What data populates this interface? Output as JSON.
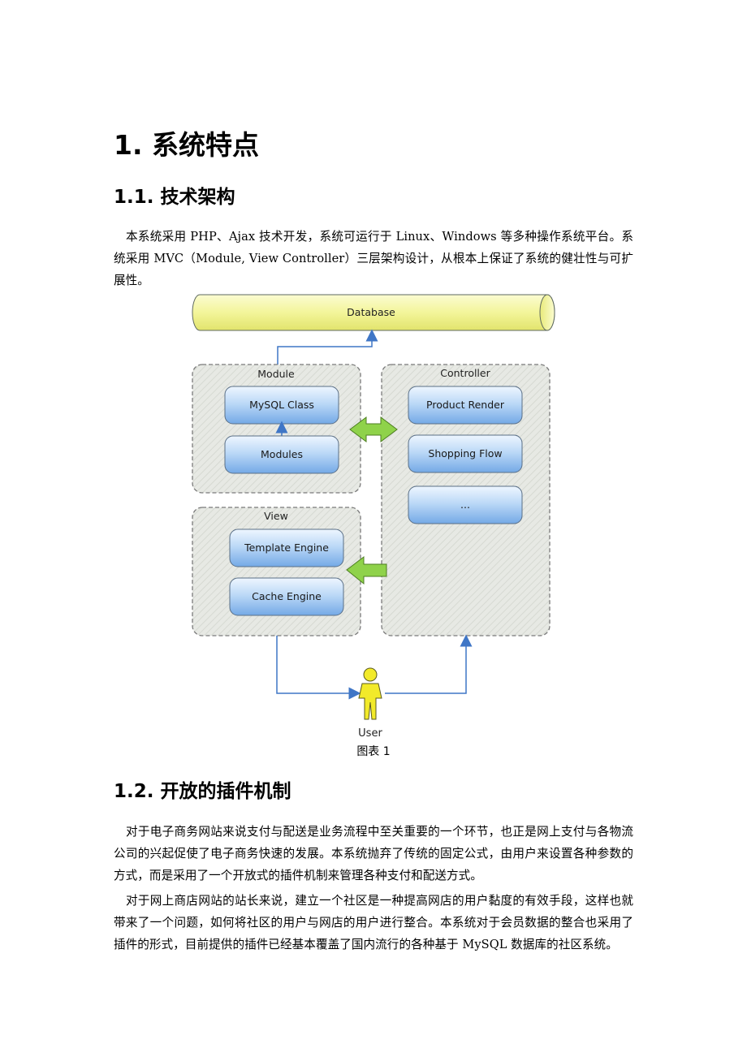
{
  "section1": {
    "title": "1. 系统特点"
  },
  "section1_1": {
    "title": "1.1. 技术架构",
    "paragraph": "本系统采用 PHP、Ajax 技术开发，系统可运行于 Linux、Windows 等多种操作系统平台。系统采用 MVC（Module, View Controller）三层架构设计，从根本上保证了系统的健壮性与可扩展性。"
  },
  "figure": {
    "caption": "图表 1",
    "database": "Database",
    "module": {
      "title": "Module",
      "items": [
        "MySQL Class",
        "Modules"
      ]
    },
    "view": {
      "title": "View",
      "items": [
        "Template Engine",
        "Cache Engine"
      ]
    },
    "controller": {
      "title": "Controller",
      "items": [
        "Product Render",
        "Shopping Flow",
        "..."
      ]
    },
    "user": "User",
    "colors": {
      "box_blue_top": "#e4f0fd",
      "box_blue_bottom": "#7fb3ea",
      "db_yellow": "#f6f7a6",
      "arrow_green": "#8fd24a",
      "link_blue": "#3f76c6"
    }
  },
  "section1_2": {
    "title": "1.2. 开放的插件机制",
    "paragraphs": [
      "对于电子商务网站来说支付与配送是业务流程中至关重要的一个环节，也正是网上支付与各物流公司的兴起促使了电子商务快速的发展。本系统抛弃了传统的固定公式，由用户来设置各种参数的方式，而是采用了一个开放式的插件机制来管理各种支付和配送方式。",
      "对于网上商店网站的站长来说，建立一个社区是一种提高网店的用户黏度的有效手段，这样也就带来了一个问题，如何将社区的用户与网店的用户进行整合。本系统对于会员数据的整合也采用了插件的形式，目前提供的插件已经基本覆盖了国内流行的各种基于 MySQL 数据库的社区系统。"
    ]
  }
}
